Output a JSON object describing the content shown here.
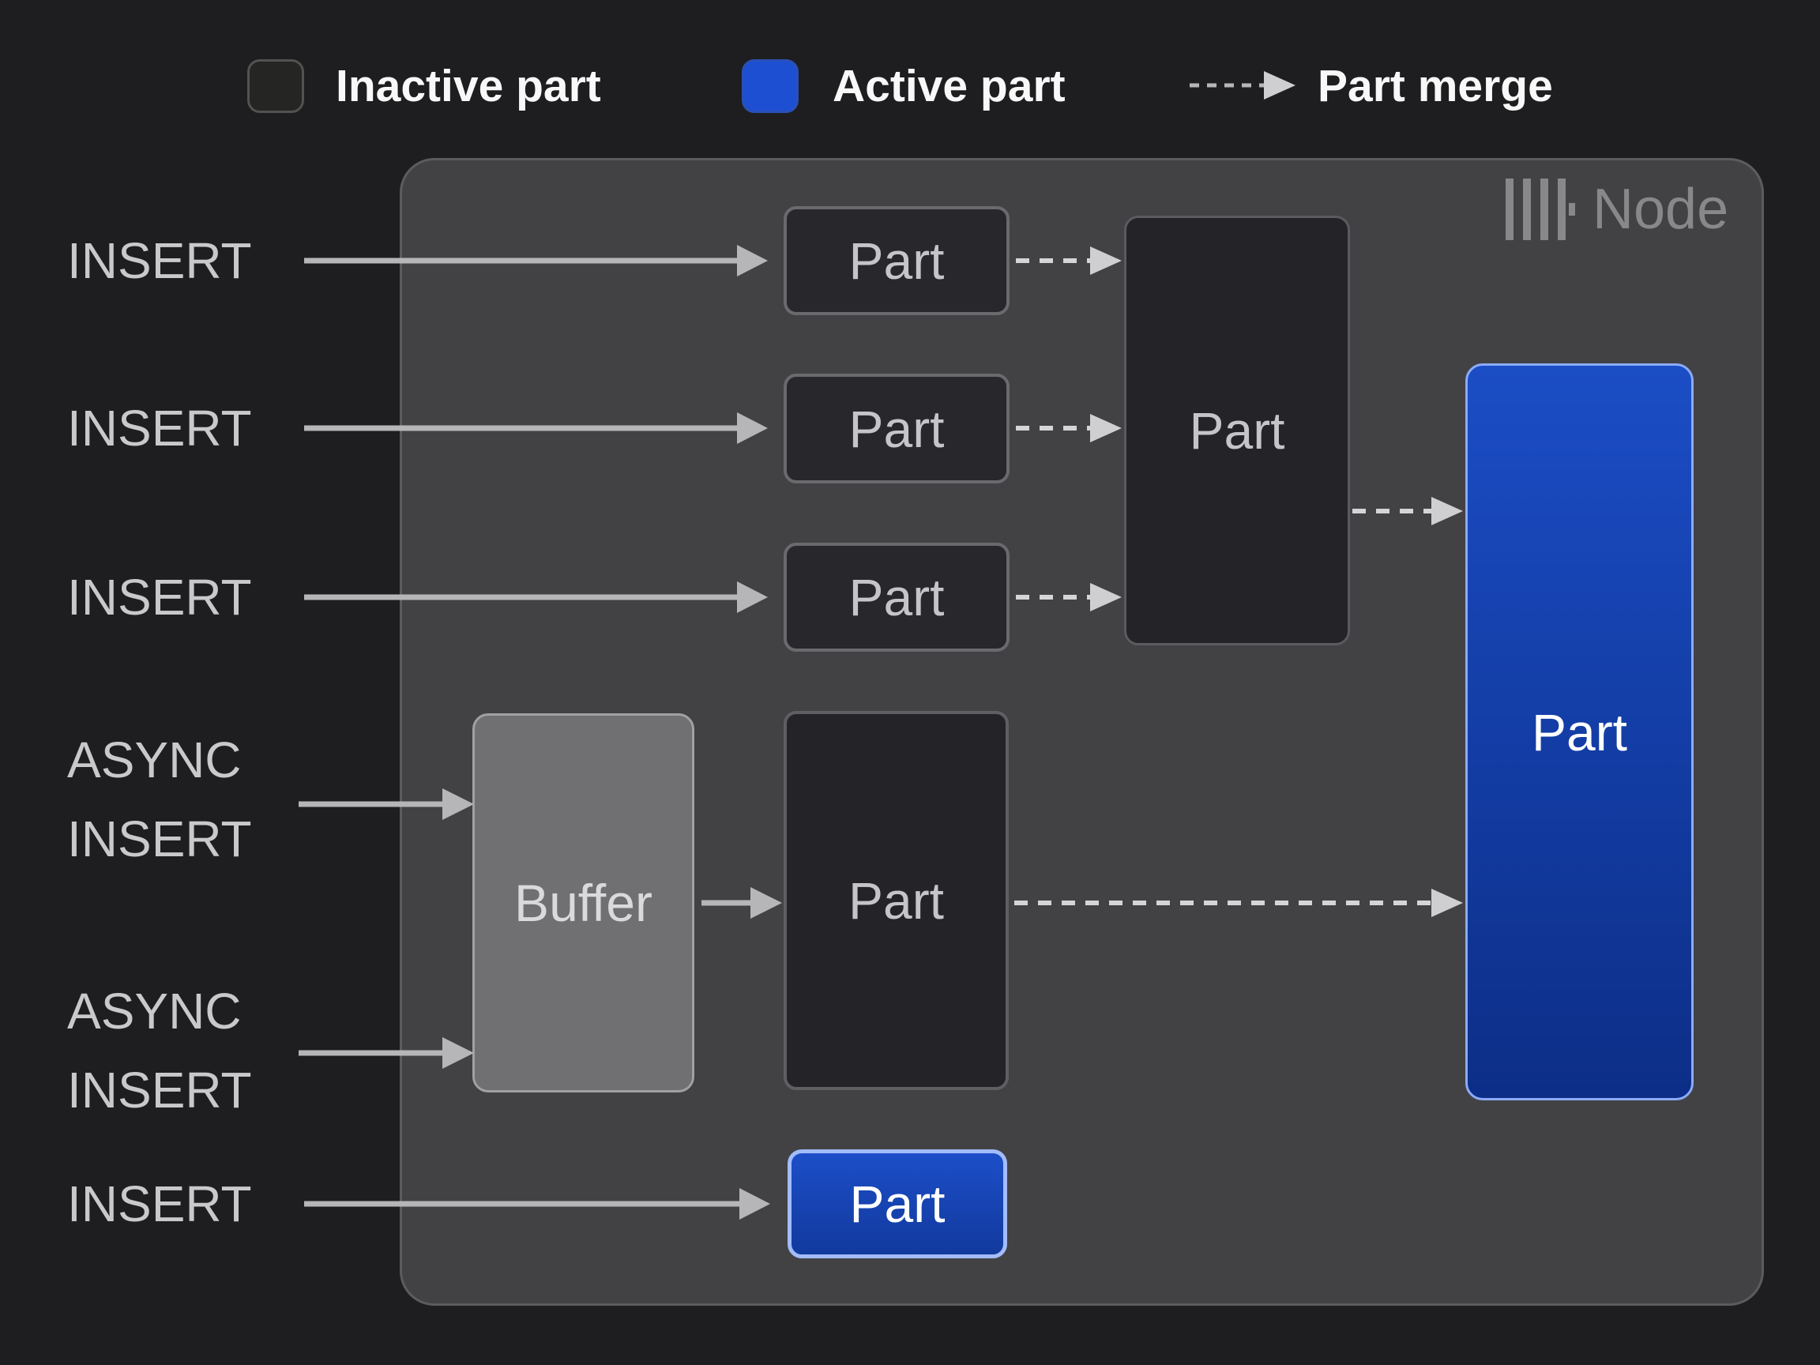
{
  "legend": {
    "items": [
      {
        "label": "Inactive part"
      },
      {
        "label": "Active part"
      },
      {
        "label": "Part merge"
      }
    ]
  },
  "node": {
    "title": "Node",
    "icon": "clickhouse-bars-icon"
  },
  "left_labels": [
    {
      "lines": [
        "INSERT"
      ]
    },
    {
      "lines": [
        "INSERT"
      ]
    },
    {
      "lines": [
        "INSERT"
      ]
    },
    {
      "lines": [
        "ASYNC",
        "INSERT"
      ]
    },
    {
      "lines": [
        "ASYNC",
        "INSERT"
      ]
    },
    {
      "lines": [
        "INSERT"
      ]
    }
  ],
  "boxes": {
    "inactive_parts": [
      {
        "label": "Part"
      },
      {
        "label": "Part"
      },
      {
        "label": "Part"
      }
    ],
    "merge_target_part": {
      "label": "Part"
    },
    "buffer": {
      "label": "Buffer"
    },
    "buffered_part": {
      "label": "Part"
    },
    "active_part_large": {
      "label": "Part"
    },
    "active_part_small": {
      "label": "Part"
    }
  },
  "colors": {
    "background": "#1e1e20",
    "node_fill": "#424245",
    "node_border": "#5c5c60",
    "inactive_part_fill": "#28282c",
    "inactive_part_border": "#6a6a6e",
    "active_part_gradient_top": "#1b4dc5",
    "active_part_gradient_bottom": "#0c2e87",
    "active_part_border": "#8cabf6",
    "buffer_fill": "#707073",
    "buffer_border": "#a1a1a4",
    "legend_active_swatch": "#1d4fd3",
    "legend_inactive_swatch": "#252523",
    "solid_arrow": "#b6b6b8",
    "dashed_arrow": "#d5d5d7",
    "label_text": "#c9c9cb",
    "box_label_text": "#c5c5c8",
    "legend_text": "#f8f8f8",
    "node_title_text": "#88888b"
  }
}
